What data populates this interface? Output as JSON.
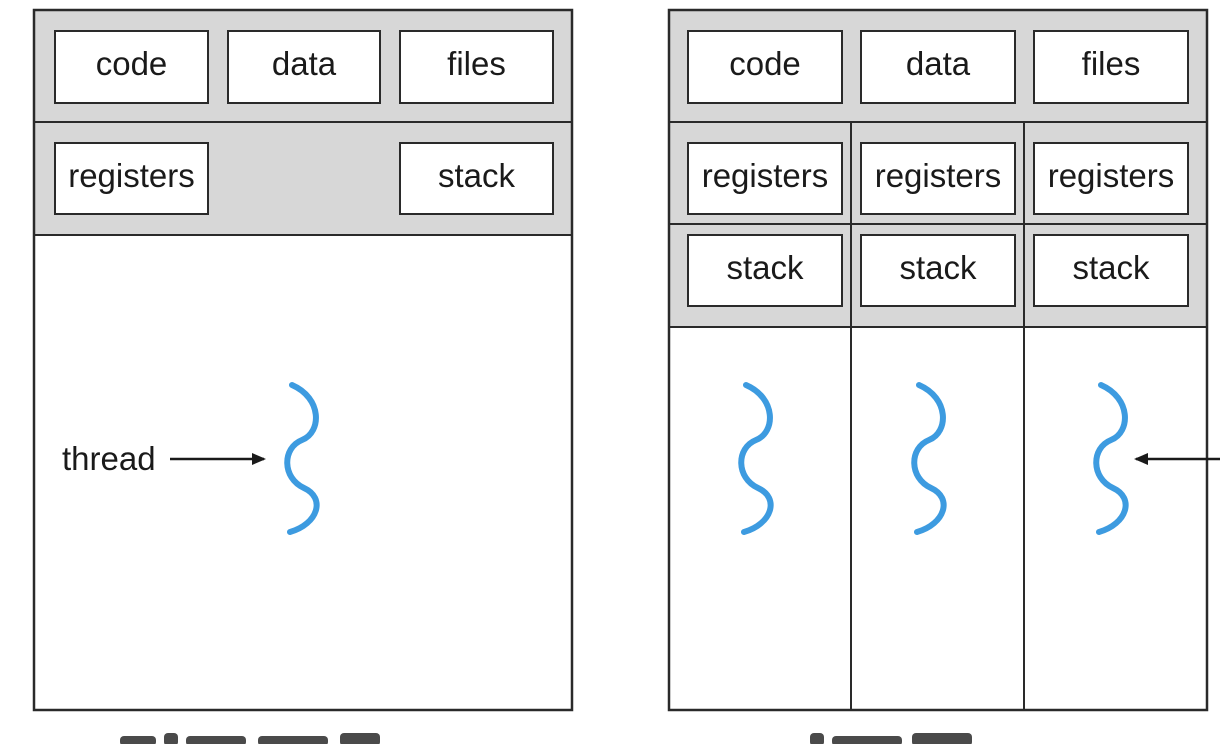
{
  "single_threaded": {
    "shared": {
      "code": "code",
      "data": "data",
      "files": "files"
    },
    "registers": "registers",
    "stack": "stack",
    "thread_label": "thread"
  },
  "multithreaded": {
    "shared": {
      "code": "code",
      "data": "data",
      "files": "files"
    },
    "threads": [
      {
        "registers": "registers",
        "stack": "stack"
      },
      {
        "registers": "registers",
        "stack": "stack"
      },
      {
        "registers": "registers",
        "stack": "stack"
      }
    ]
  },
  "colors": {
    "panel_fill": "#d7d7d7",
    "box_fill": "#ffffff",
    "border": "#2a2a2a",
    "thread_squiggle": "#3d9be0",
    "text": "#1a1a1a"
  },
  "icons": {
    "thread": "wavy-thread-icon",
    "arrow": "arrow-right-icon"
  }
}
